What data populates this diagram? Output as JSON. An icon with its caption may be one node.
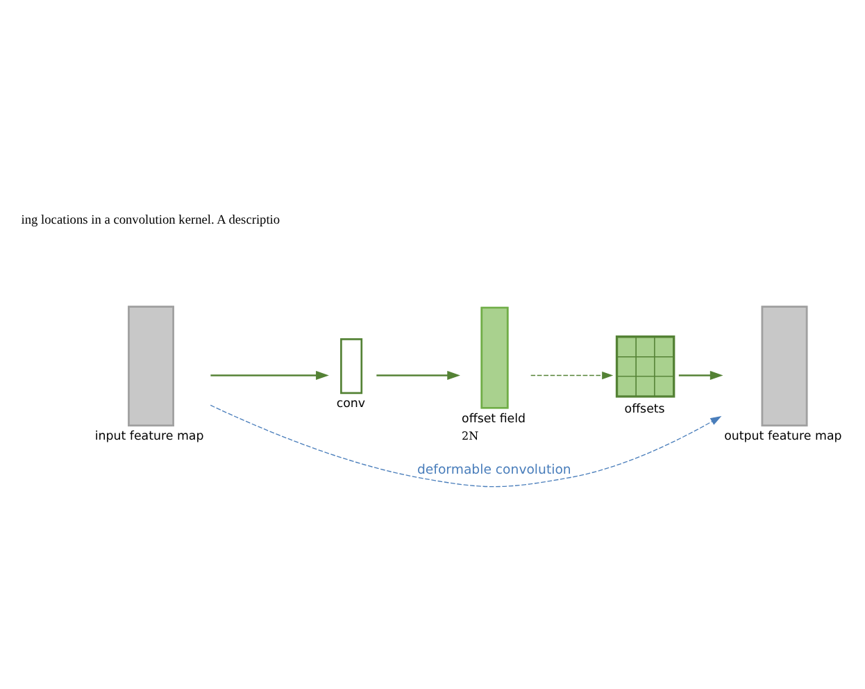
{
  "diagram": {
    "nodes": [
      {
        "text": [
          "input feature map"
        ]
      },
      {
        "text": [
          "conv"
        ]
      },
      {
        "text": [
          "offset field"
        ],
        "beside": [
          "2N"
        ]
      },
      {
        "text": [
          "offsets"
        ]
      },
      {
        "text": [
          "output feature map"
        ]
      }
    ],
    "edges": [
      {
        "from": 0,
        "to": 1,
        "arrow": "to"
      },
      {
        "from": 1,
        "to": 2,
        "arrow": "to"
      },
      {
        "from": 2,
        "to": 3,
        "arrow": "to",
        "style": "dashed"
      },
      {
        "from": 3,
        "to": 4,
        "arrow": "to"
      },
      {
        "from": 0,
        "to": 4,
        "arrow": "to",
        "style": "dashed",
        "color": "#4a7ebb",
        "label": "deformable convolution"
      }
    ],
    "labels": [
      "ing locations in a convolution kernel. A descriptio"
    ]
  }
}
